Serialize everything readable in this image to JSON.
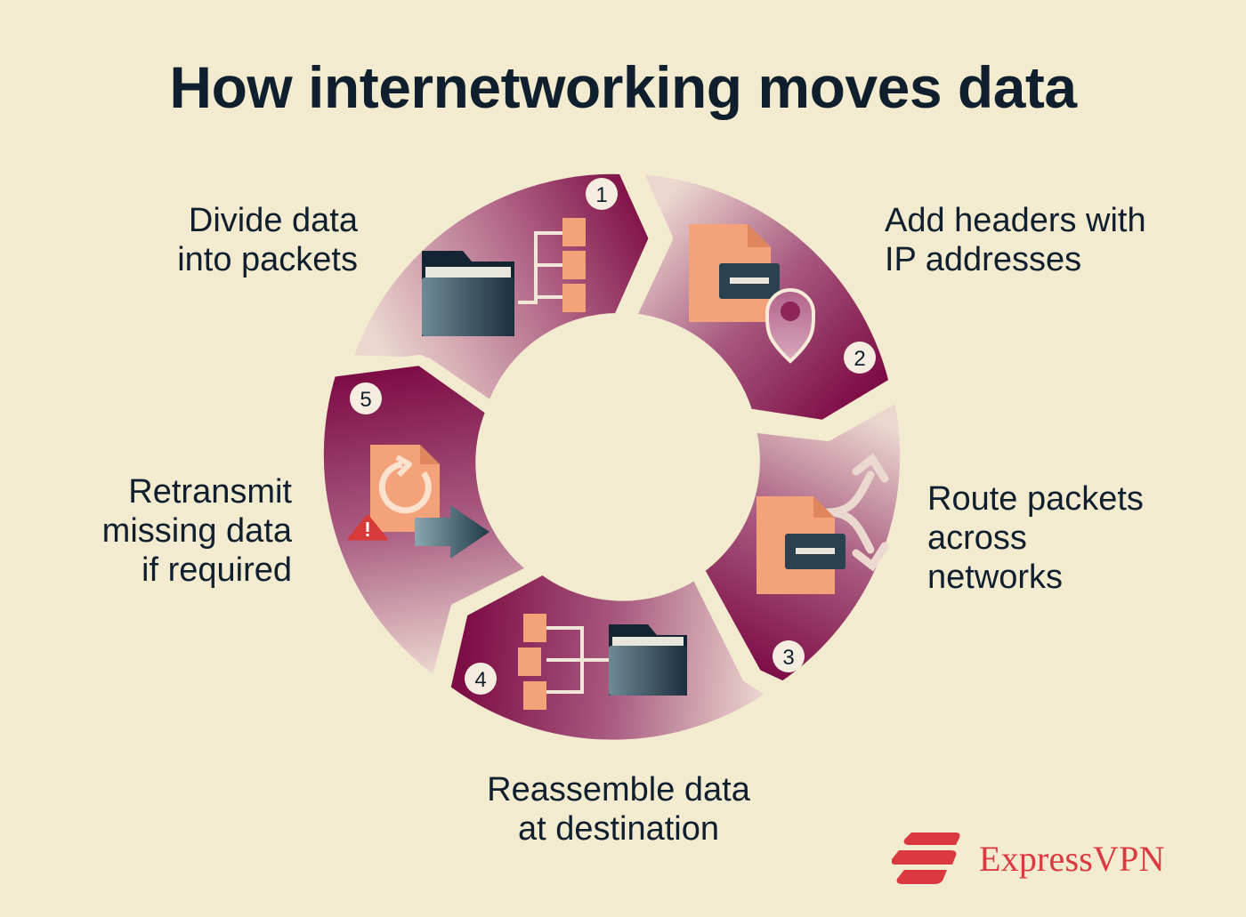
{
  "title": "How internetworking moves data",
  "steps": [
    {
      "number": "1",
      "lines": [
        "Divide data",
        "into packets"
      ]
    },
    {
      "number": "2",
      "lines": [
        "Add headers with",
        "IP addresses"
      ]
    },
    {
      "number": "3",
      "lines": [
        "Route packets",
        "across",
        "networks"
      ]
    },
    {
      "number": "4",
      "lines": [
        "Reassemble data",
        "at destination"
      ]
    },
    {
      "number": "5",
      "lines": [
        "Retransmit",
        "missing data",
        "if required"
      ]
    }
  ],
  "brand": {
    "name": "ExpressVPN"
  },
  "colors": {
    "background": "#f3ebd0",
    "segment": "#8c1b52",
    "segment_fade": "#ecd7cf",
    "packet": "#f3a27a",
    "folder": "#2e4a5a",
    "brand": "#da3940",
    "text": "#0f1f2e"
  },
  "icons": [
    "folder-icon",
    "packet-icon",
    "document-icon",
    "location-pin-icon",
    "route-arrows-icon",
    "refresh-icon",
    "warning-icon",
    "arrow-right-icon"
  ]
}
